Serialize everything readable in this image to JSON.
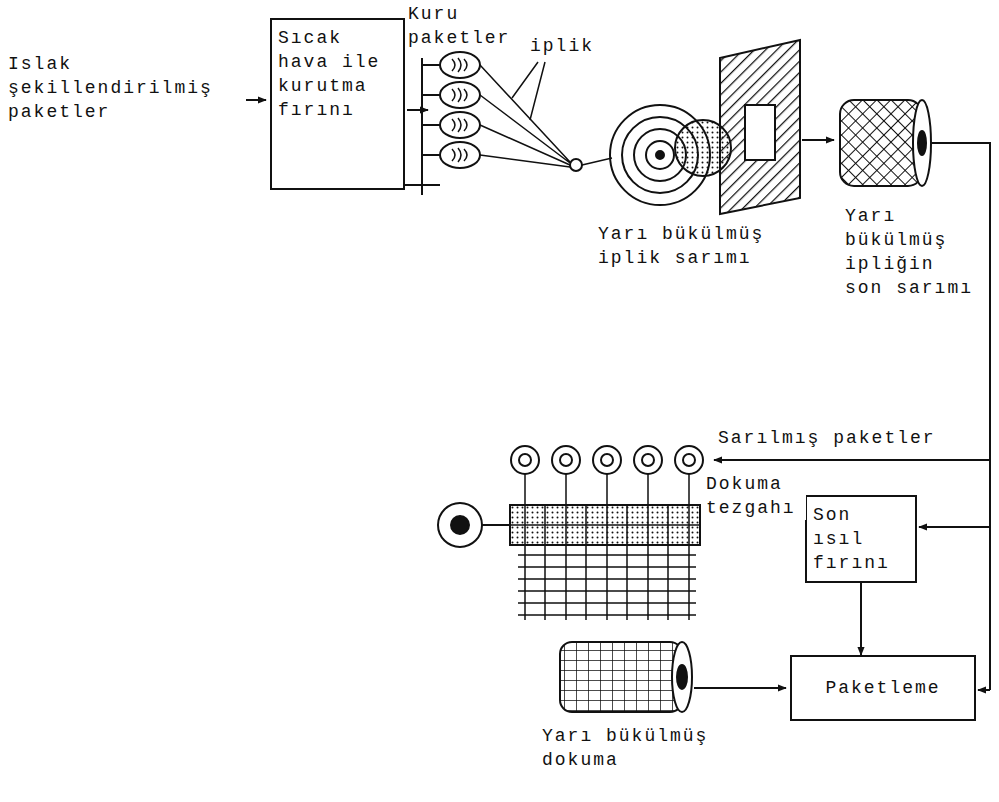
{
  "diagram": {
    "nodes": [
      {
        "text": [
          "Sıcak hava ile kurutma fırını"
        ]
      },
      {
        "text": [
          "Son ısıl fırını"
        ]
      },
      {
        "text": [
          "Paketleme"
        ]
      }
    ],
    "edges": [
      {
        "from": 1,
        "to": 2,
        "arrow": "to"
      }
    ],
    "labels": [
      "Islak şekillendirilmiş paketler",
      "Kuru paketler",
      "iplik",
      "Yarı bükülmüş iplik sarımı",
      "Yarı bükülmüş ipliğin son sarımı",
      "Sarılmış paketler",
      "Dokuma tezgahı",
      "Yarı bükülmüş dokuma"
    ]
  }
}
